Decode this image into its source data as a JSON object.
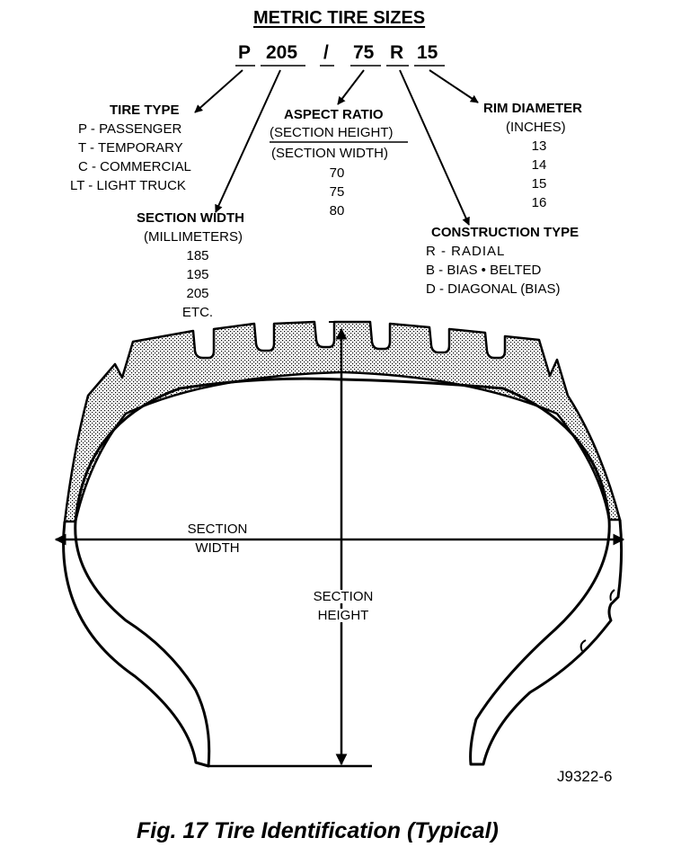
{
  "title": "METRIC TIRE SIZES",
  "size_code": {
    "p": "P",
    "width": "205",
    "slash": "/",
    "aspect": "75",
    "r": "R",
    "rim": "15"
  },
  "tire_type": {
    "heading": "TIRE TYPE",
    "items": [
      "P - PASSENGER",
      "T - TEMPORARY",
      "C - COMMERCIAL",
      "LT - LIGHT TRUCK"
    ]
  },
  "aspect_ratio": {
    "heading": "ASPECT RATIO",
    "numerator": "(SECTION HEIGHT)",
    "denominator": "(SECTION WIDTH)",
    "values": [
      "70",
      "75",
      "80"
    ]
  },
  "rim_diameter": {
    "heading": "RIM DIAMETER",
    "unit": "(INCHES)",
    "values": [
      "13",
      "14",
      "15",
      "16"
    ]
  },
  "section_width_key": {
    "heading": "SECTION WIDTH",
    "unit": "(MILLIMETERS)",
    "values": [
      "185",
      "195",
      "205",
      "ETC."
    ]
  },
  "construction_type": {
    "heading": "CONSTRUCTION TYPE",
    "items": [
      "R - RADIAL",
      "B - BIAS • BELTED",
      "D - DIAGONAL (BIAS)"
    ]
  },
  "diagram": {
    "section_width_line1": "SECTION",
    "section_width_line2": "WIDTH",
    "section_height_line1": "SECTION",
    "section_height_line2": "HEIGHT"
  },
  "figure_id": "J9322-6",
  "caption": "Fig. 17 Tire Identification (Typical)"
}
